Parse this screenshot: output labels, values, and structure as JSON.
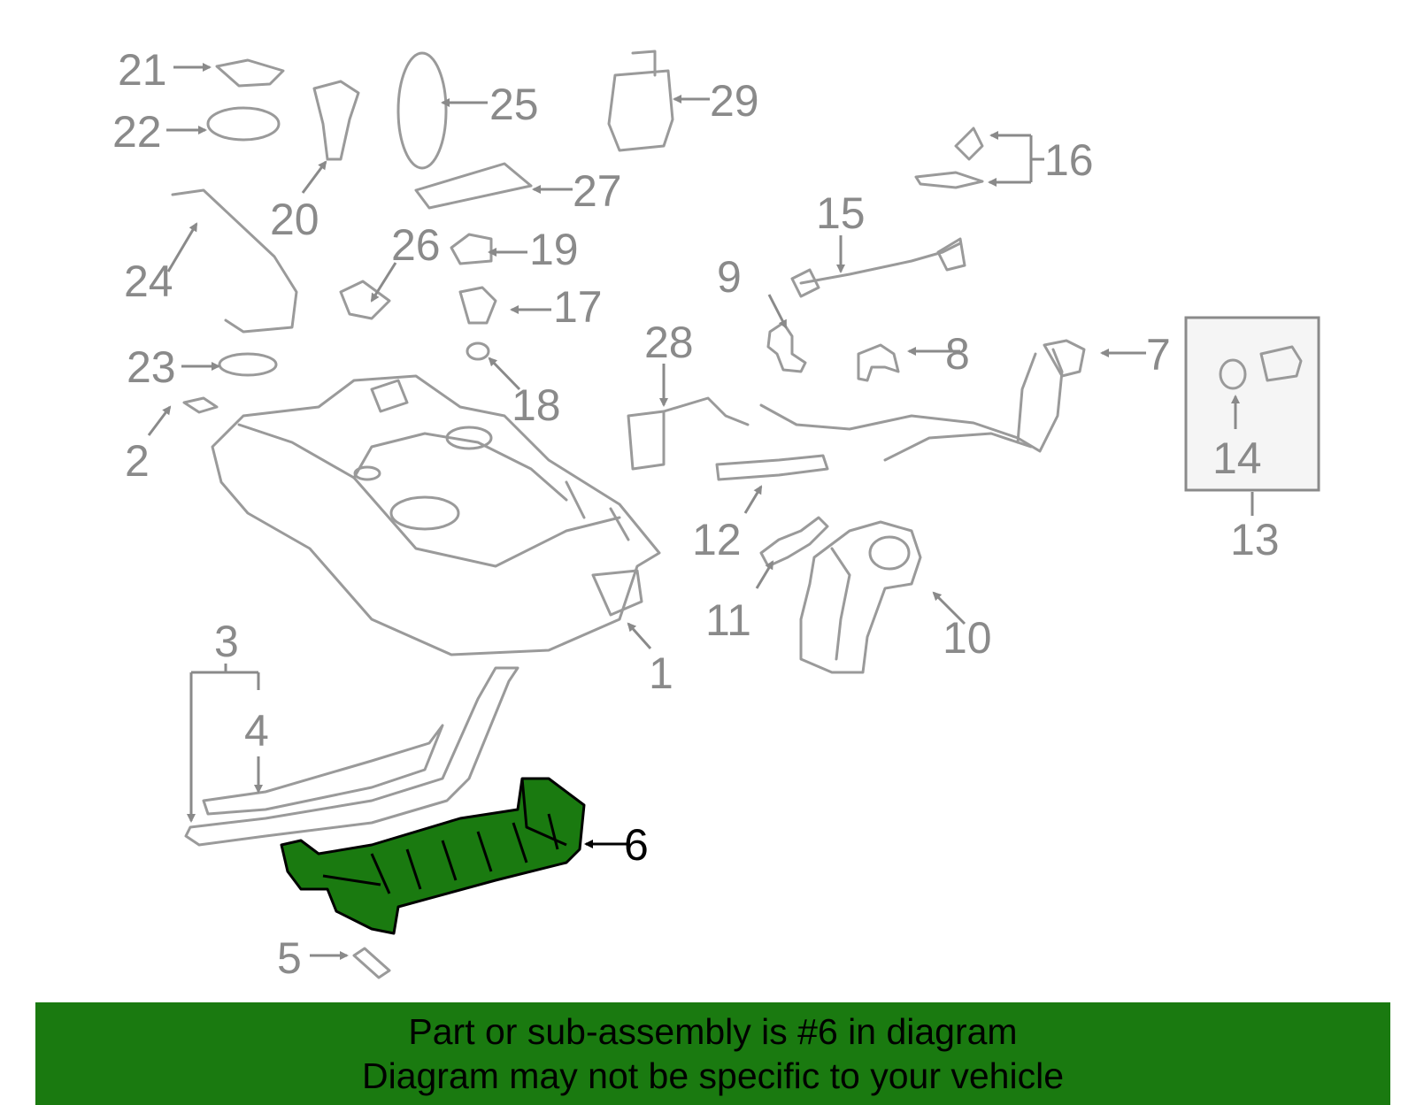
{
  "diagram": {
    "highlighted_part": "6",
    "highlight_color": "#1a7a10",
    "part_labels": {
      "p1": "1",
      "p2": "2",
      "p3": "3",
      "p4": "4",
      "p5": "5",
      "p6": "6",
      "p7": "7",
      "p8": "8",
      "p9": "9",
      "p10": "10",
      "p11": "11",
      "p12": "12",
      "p13": "13",
      "p14": "14",
      "p15": "15",
      "p16": "16",
      "p17": "17",
      "p18": "18",
      "p19": "19",
      "p20": "20",
      "p21": "21",
      "p22": "22",
      "p23": "23",
      "p24": "24",
      "p25": "25",
      "p26": "26",
      "p27": "27",
      "p28": "28",
      "p29": "29"
    }
  },
  "banner": {
    "background_color": "#1a7a10",
    "line1": "Part or sub-assembly is #6 in diagram",
    "line2": "Diagram may not be specific to your vehicle"
  }
}
